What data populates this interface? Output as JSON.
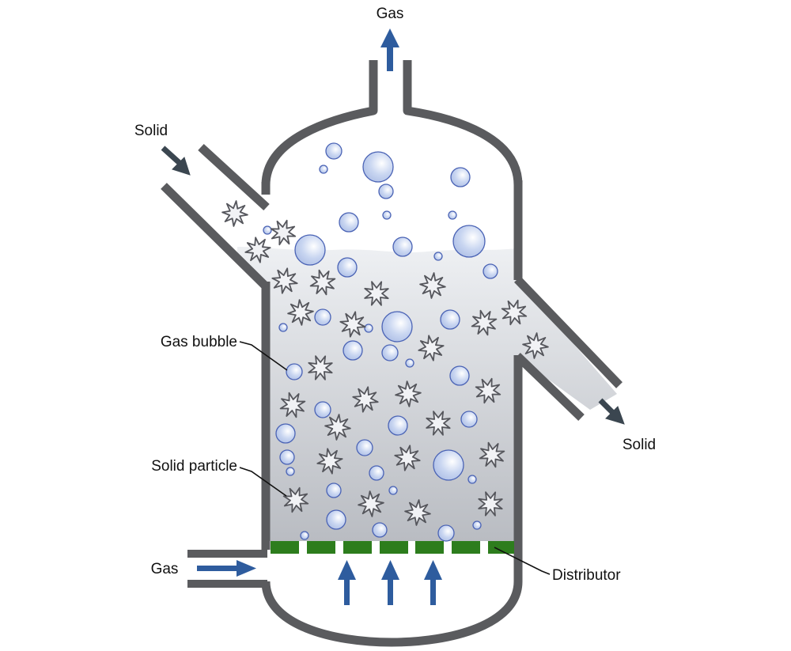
{
  "labels": {
    "gas_out": "Gas",
    "solid_in": "Solid",
    "gas_bubble": "Gas bubble",
    "solid_particle": "Solid particle",
    "gas_in": "Gas",
    "distributor": "Distributor",
    "solid_out": "Solid"
  },
  "colors": {
    "wall": "#5a5b5e",
    "bed_top": "#eef0f3",
    "bed_bottom": "#b9bcc2",
    "bubble_fill": "#c9d6f1",
    "bubble_stroke": "#4a63b5",
    "particle_fill": "#f1f2f5",
    "particle_stroke": "#55565c",
    "distributor": "#2d7d1d",
    "flow_arrow": "#2e5c9e",
    "solid_arrow": "#3b4650"
  },
  "icons": {
    "bubble": "circle",
    "particle": "eight-point-star",
    "flow": "arrow"
  }
}
